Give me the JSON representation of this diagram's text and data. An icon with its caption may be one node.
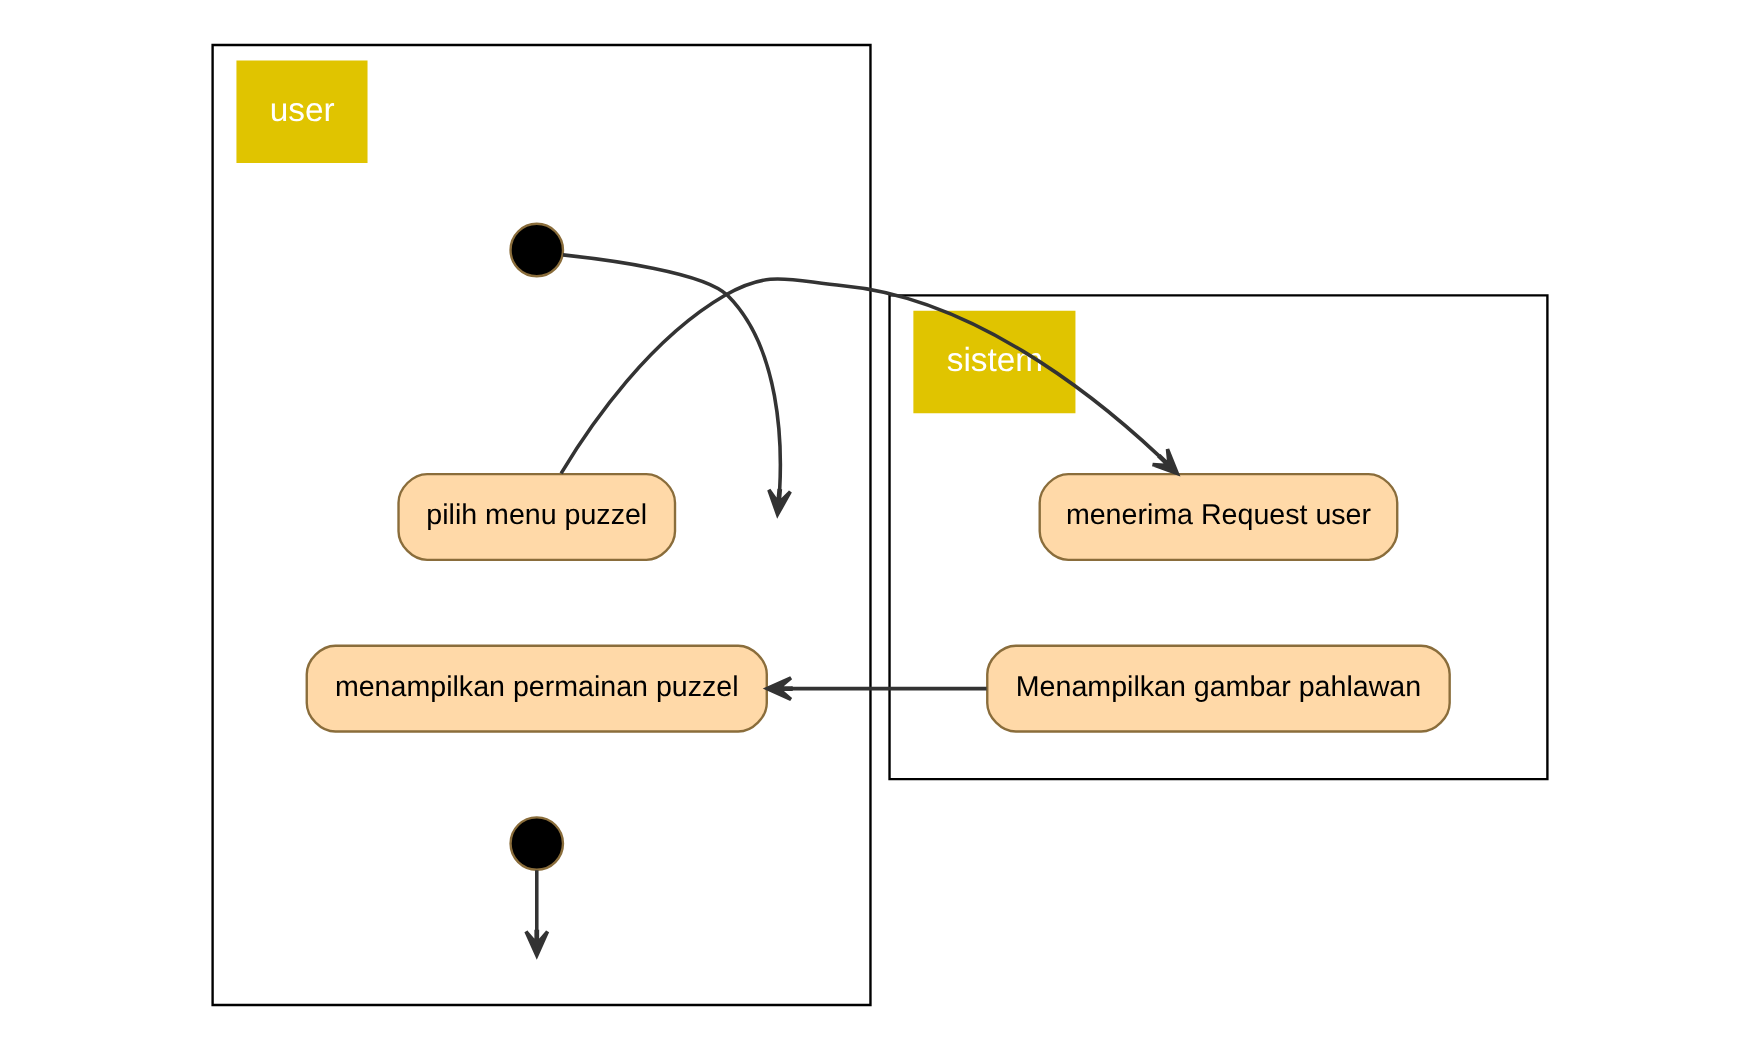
{
  "diagram": {
    "nodes": [
      {
        "text": [
          "user"
        ]
      },
      {
        "text": [
          "sistem"
        ]
      },
      {
        "text": [],
        "shape": "circle",
        "in": 0
      },
      {
        "text": [
          "pilih menu puzzel"
        ],
        "in": 0
      },
      {
        "text": [
          "menerima Request user"
        ],
        "in": 1
      },
      {
        "text": [
          "Menampilkan gambar pahlawan"
        ],
        "in": 1
      },
      {
        "text": [
          "menampilkan permainan puzzel"
        ],
        "in": 0
      },
      {
        "text": [],
        "shape": "circle",
        "in": 0
      }
    ],
    "edges": [
      {
        "from": 2,
        "to": null,
        "arrow": "to"
      },
      {
        "from": 3,
        "to": 4,
        "arrow": "to"
      },
      {
        "from": 5,
        "to": 6,
        "arrow": "to"
      },
      {
        "from": 7,
        "to": null,
        "arrow": "to"
      }
    ]
  }
}
